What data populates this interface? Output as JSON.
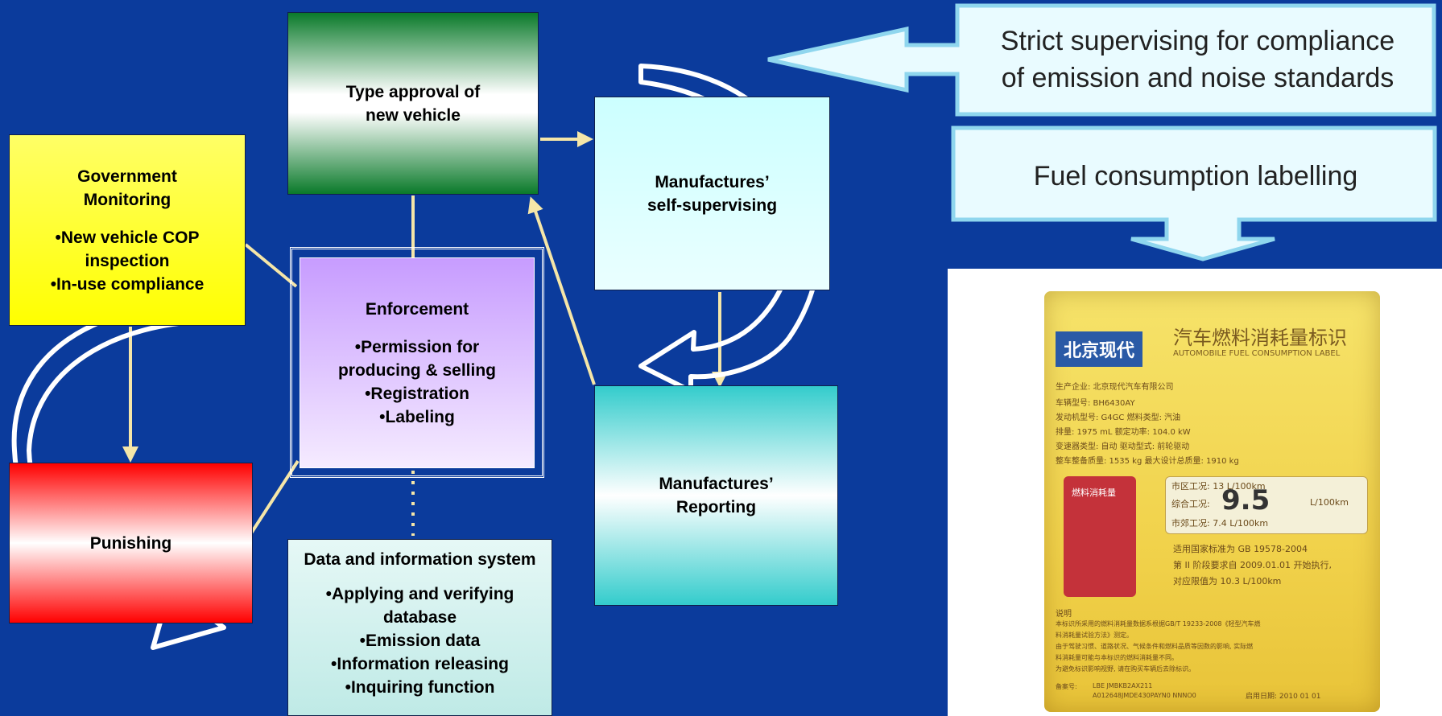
{
  "boxes": {
    "type_approval": [
      "Type approval of",
      "new vehicle"
    ],
    "government": [
      "Government",
      "Monitoring",
      "",
      "•New vehicle COP",
      "inspection",
      "•In-use compliance"
    ],
    "enforcement": [
      "Enforcement",
      "",
      "•Permission for",
      "producing & selling",
      "•Registration",
      "•Labeling"
    ],
    "self_supervising": [
      "Manufactures’",
      "self-supervising"
    ],
    "reporting": [
      "Manufactures’",
      "Reporting"
    ],
    "punishing": [
      "Punishing"
    ],
    "data_system": [
      "Data and information system",
      "",
      "•Applying and verifying",
      "database",
      "•Emission data",
      "•Information releasing",
      "•Inquiring function"
    ]
  },
  "callouts": {
    "compliance": [
      "Strict supervising for compliance",
      "of emission and noise standards"
    ],
    "labelling": [
      "Fuel consumption labelling"
    ]
  },
  "fuel_label": {
    "brand": "北京现代",
    "title_cn": "汽车燃料消耗量标识",
    "title_en": "AUTOMOBILE FUEL CONSUMPTION LABEL",
    "specs": [
      "生产企业: 北京现代汽车有限公司",
      "车辆型号: BH6430AY",
      "发动机型号: G4GC      燃料类型: 汽油",
      "排量: 1975 mL      额定功率: 104.0 kW",
      "变速器类型: 自动      驱动型式: 前轮驱动",
      "整车整备质量: 1535 kg   最大设计总质量: 1910 kg"
    ],
    "pump_tag": "燃料消耗量",
    "urban": "市区工况: 13        L/100km",
    "combined_label": "综合工况:",
    "combined_value": "9.5",
    "combined_unit": "L/100km",
    "suburban": "市郊工况: 7.4       L/100km",
    "standards": [
      "适用国家标准为 GB 19578-2004",
      "第 II 阶段要求自 2009.01.01 开始执行,",
      "对应限值为 10.3 L/100km"
    ],
    "notes_title": "说明",
    "notes": [
      "本标识所采用的燃料消耗量数据系根据GB/T 19233-2008《轻型汽车燃",
      "料消耗量试验方法》测定。",
      "由于驾驶习惯、道路状况、气候条件和燃料品质等因数的影响, 实际燃",
      "料消耗量可能与本标识的燃料消耗量不同。",
      "为避免标识影响视野, 请在购买车辆后去除标识。"
    ],
    "record_no_label": "备案号:",
    "record_no": "LBE JMBKB2AX211",
    "record_no2": "A012648JMDE430PAYN0 NNNO0",
    "enable_date": "启用日期: 2010 01 01"
  },
  "colors": {
    "background": "#0b3b9c",
    "connector": "#f5e6a8",
    "outline_arrow": "#ffffff"
  }
}
